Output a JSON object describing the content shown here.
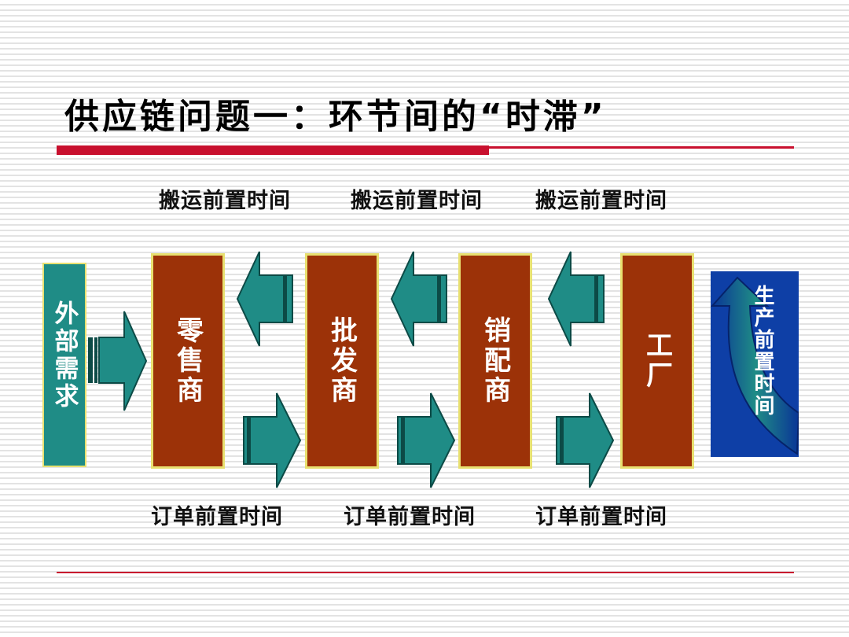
{
  "title": "供应链问题一：环节间的“时滞”",
  "transport_labels": [
    "搬运前置时间",
    "搬运前置时间",
    "搬运前置时间"
  ],
  "order_labels": [
    "订单前置时间",
    "订单前置时间",
    "订单前置时间"
  ],
  "external_demand": "外部需求",
  "nodes": [
    "零售商",
    "批发商",
    "销配商",
    "工厂"
  ],
  "production_lead_time": "生产前置时间",
  "colors": {
    "title_bar": "#c8102e",
    "node_fill": "#9c3208",
    "node_border": "#e8e070",
    "arrow_fill": "#1f8c86",
    "production_fill": "#0e3fa6"
  }
}
